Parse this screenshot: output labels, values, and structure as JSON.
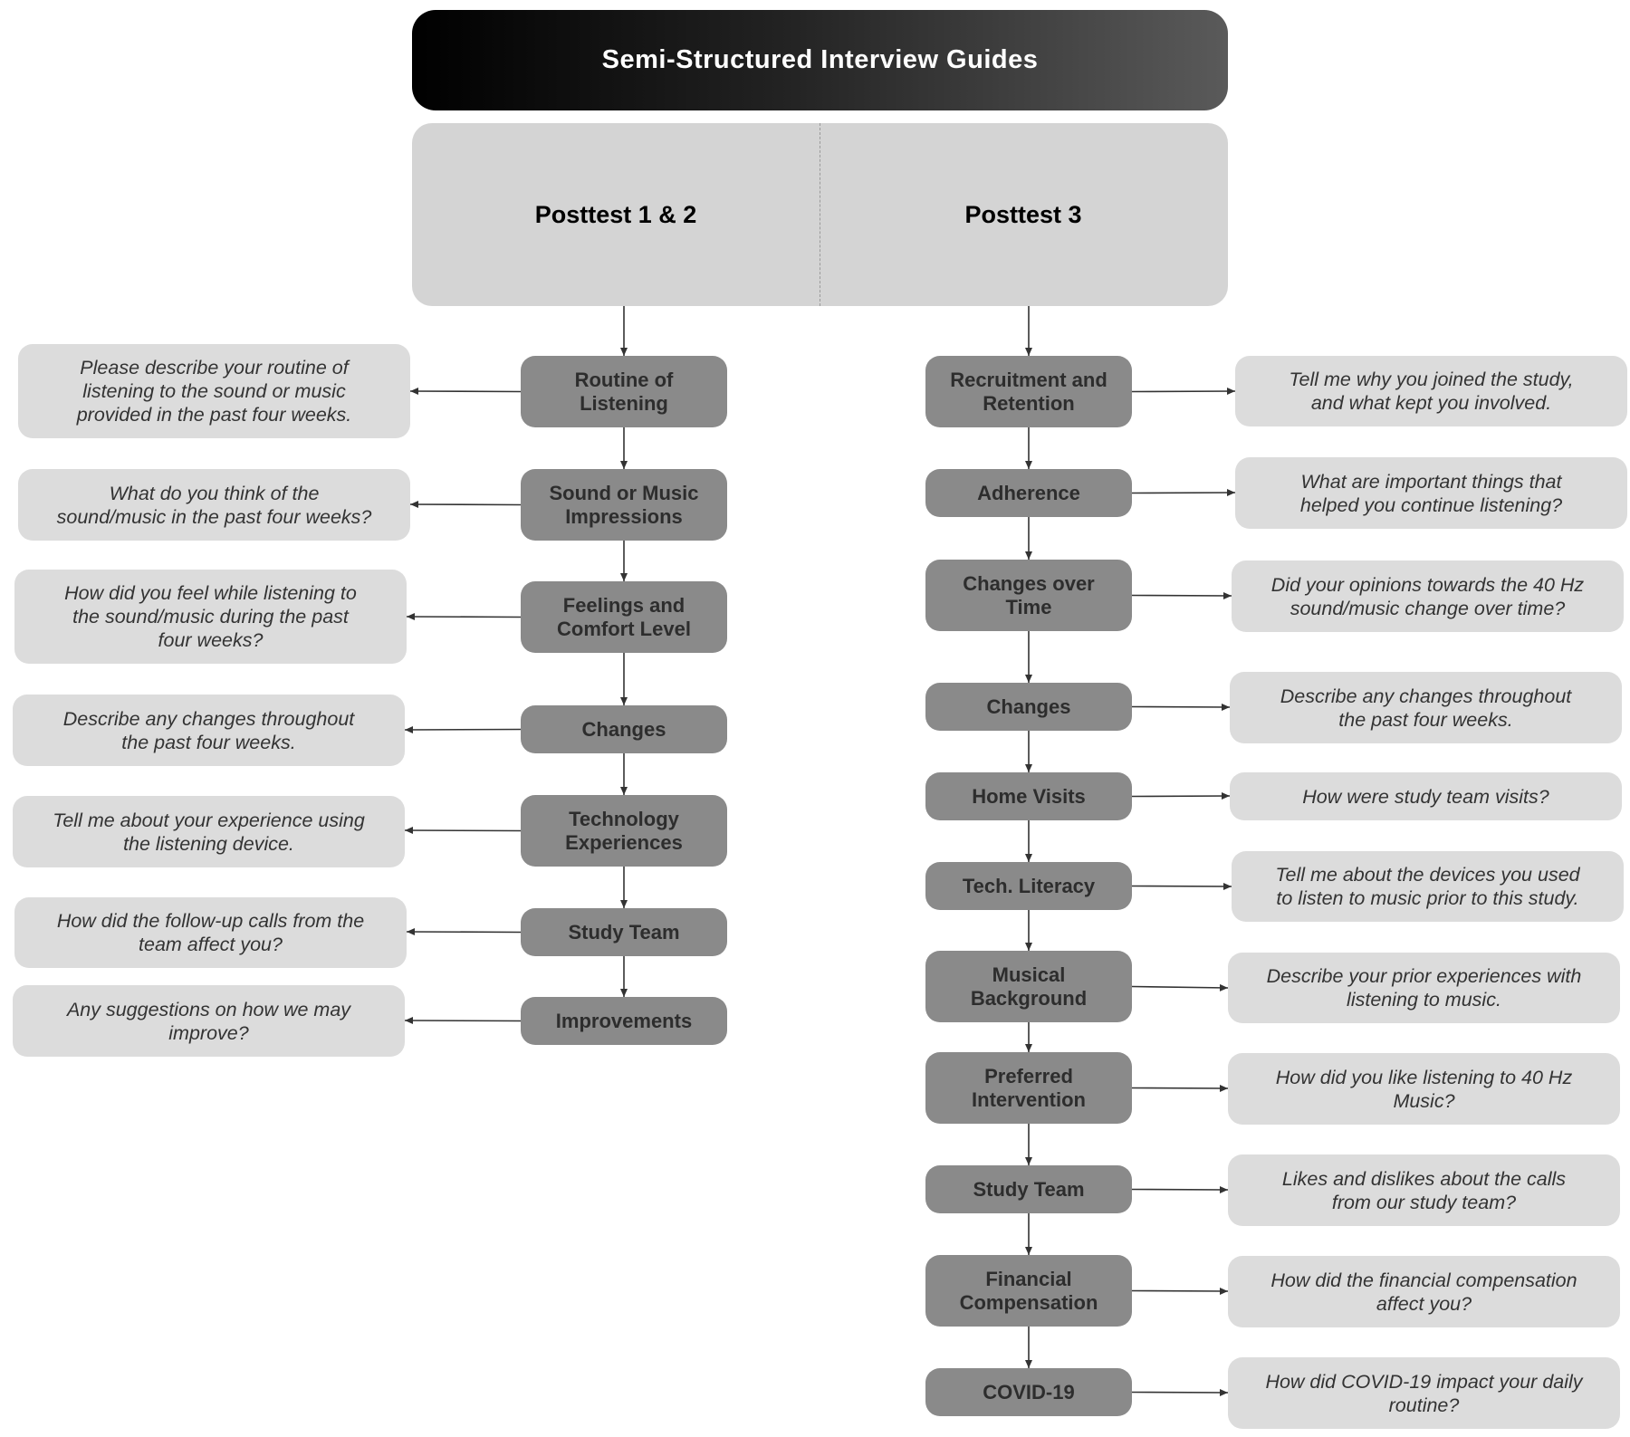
{
  "title": "Semi-Structured Interview Guides",
  "columns": [
    {
      "heading": "Posttest 1 & 2",
      "items": [
        {
          "topic": "Routine of\nListening",
          "question": "Please describe your routine of\nlistening to the sound or music\nprovided in the past four weeks."
        },
        {
          "topic": "Sound or Music\nImpressions",
          "question": "What do you think of the\nsound/music in the past four weeks?"
        },
        {
          "topic": "Feelings and\nComfort Level",
          "question": "How did you feel while listening to\nthe sound/music during the past\nfour weeks?"
        },
        {
          "topic": "Changes",
          "question": "Describe any changes throughout\nthe past four weeks."
        },
        {
          "topic": "Technology\nExperiences",
          "question": "Tell me about your experience using\nthe listening device."
        },
        {
          "topic": "Study Team",
          "question": "How did the follow-up calls from the\nteam affect you?"
        },
        {
          "topic": "Improvements",
          "question": "Any suggestions on how we may\nimprove?"
        }
      ]
    },
    {
      "heading": "Posttest 3",
      "items": [
        {
          "topic": "Recruitment and\nRetention",
          "question": "Tell me why you joined the study,\nand what kept you involved."
        },
        {
          "topic": "Adherence",
          "question": "What are important things that\nhelped you continue listening?"
        },
        {
          "topic": "Changes over\nTime",
          "question": "Did your opinions towards the 40 Hz\nsound/music change over time?"
        },
        {
          "topic": "Changes",
          "question": "Describe any changes throughout\nthe past four weeks."
        },
        {
          "topic": "Home Visits",
          "question": "How were study team visits?"
        },
        {
          "topic": "Tech. Literacy",
          "question": "Tell me about the devices you used\nto listen to music prior to this study."
        },
        {
          "topic": "Musical\nBackground",
          "question": "Describe your prior experiences with\nlistening to music."
        },
        {
          "topic": "Preferred\nIntervention",
          "question": "How did you like listening to 40 Hz\nMusic?"
        },
        {
          "topic": "Study Team",
          "question": "Likes and dislikes about the calls\nfrom our study team?"
        },
        {
          "topic": "Financial\nCompensation",
          "question": "How did the financial compensation\naffect you?"
        },
        {
          "topic": "COVID-19",
          "question": "How did COVID-19 impact your daily\nroutine?"
        }
      ]
    }
  ]
}
